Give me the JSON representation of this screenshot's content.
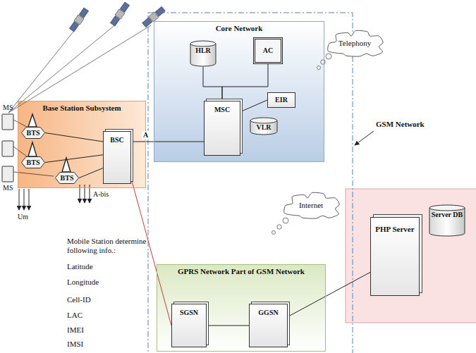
{
  "diagram": {
    "nodes": [
      {
        "text": [
          "Base Station Subsystem"
        ]
      },
      {
        "text": [
          "BTS"
        ],
        "in": 0
      },
      {
        "text": [
          "BTS"
        ],
        "in": 0
      },
      {
        "text": [
          "BTS"
        ],
        "in": 0
      },
      {
        "text": [
          "BSC"
        ],
        "in": 0
      },
      {
        "text": [
          "Core Network"
        ]
      },
      {
        "text": [
          "HLR"
        ],
        "in": 5
      },
      {
        "text": [
          "AC"
        ],
        "in": 5
      },
      {
        "text": [
          "EIR"
        ],
        "in": 5
      },
      {
        "text": [
          "MSC"
        ],
        "in": 5
      },
      {
        "text": [
          "VLR"
        ],
        "in": 5
      },
      {
        "text": [
          "Telephony"
        ]
      },
      {
        "text": [
          "Internet"
        ]
      },
      {
        "text": [
          "GPRS Network Part of GSM Network"
        ]
      },
      {
        "text": [
          "SGSN"
        ],
        "in": 13
      },
      {
        "text": [
          "GGSN"
        ],
        "in": 13
      },
      {
        "text": [
          "PHP Server"
        ]
      },
      {
        "text": [
          "Server DB"
        ]
      }
    ],
    "edges": [
      {
        "from": 1,
        "to": 4,
        "arrow": "none"
      },
      {
        "from": 2,
        "to": 4,
        "arrow": "none"
      },
      {
        "from": 3,
        "to": 4,
        "arrow": "none"
      },
      {
        "from": 4,
        "to": 9,
        "label": "A",
        "arrow": "none"
      },
      {
        "from": 4,
        "to": 14,
        "arrow": "none"
      },
      {
        "from": 6,
        "to": 9,
        "arrow": "none"
      },
      {
        "from": 7,
        "to": 9,
        "arrow": "none"
      },
      {
        "from": 8,
        "to": 9,
        "arrow": "none"
      },
      {
        "from": 14,
        "to": 15,
        "arrow": "none"
      },
      {
        "from": 15,
        "to": 16,
        "arrow": "none"
      }
    ],
    "labels": [
      "MS",
      "MS",
      "Um",
      "A-bis",
      "GSM Network",
      "Mobile Station determine following info.:",
      "Latitude",
      "Longitude",
      "Cell-ID",
      "LAC",
      "IMEI",
      "IMSI"
    ]
  }
}
